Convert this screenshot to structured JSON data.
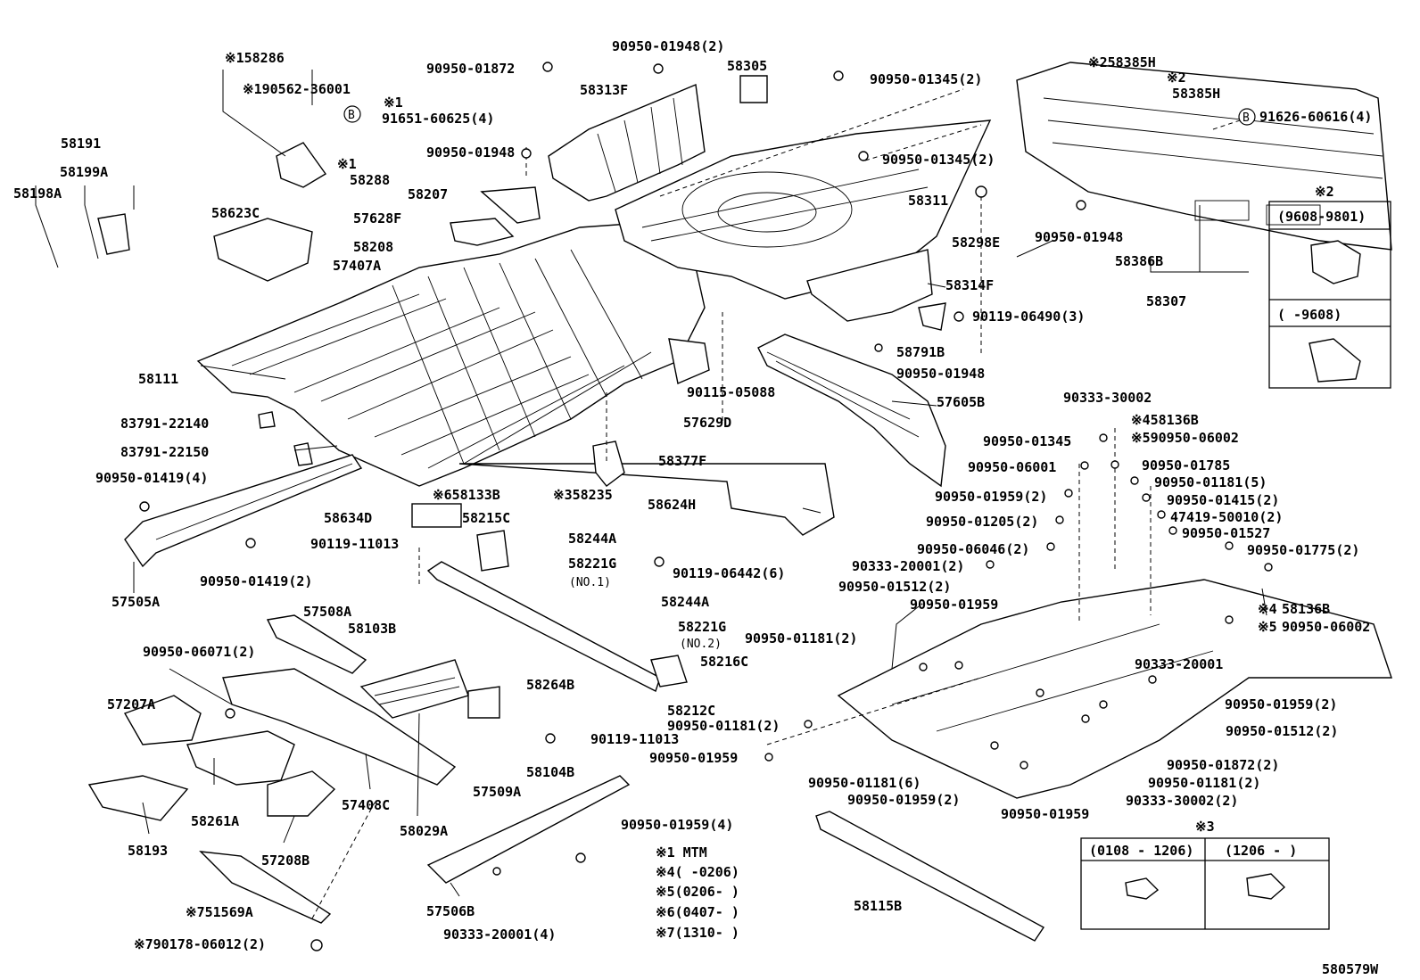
{
  "labels": {
    "p58286": "※158286",
    "p90562": "※190562-36001",
    "m1a": "※1",
    "p91651": "91651-60625(4)",
    "m1b": "※1",
    "p58288": "58288",
    "p58191": "58191",
    "p58199A": "58199A",
    "p58198A": "58198A",
    "p58623C": "58623C",
    "p90950_01872a": "90950-01872",
    "p90950_01948_2": "90950-01948(2)",
    "p58305": "58305",
    "p90950_01345_2a": "90950-01345(2)",
    "p58313F": "58313F",
    "p90950_01948a": "90950-01948",
    "p90950_01345_2b": "90950-01345(2)",
    "p58207": "58207",
    "p57628F": "57628F",
    "p58208": "58208",
    "p57407A": "57407A",
    "p58311": "58311",
    "p58298E": "58298E",
    "p58314F": "58314F",
    "p90119_06490": "90119-06490(3)",
    "p58791B": "58791B",
    "p90950_01948b": "90950-01948",
    "p58111": "58111",
    "p90115": "90115-05088",
    "p57605B": "57605B",
    "p57629D": "57629D",
    "p83791_22140": "83791-22140",
    "p83791_22150": "83791-22150",
    "p58377F": "58377F",
    "p58624H": "58624H",
    "p90950_01419_4": "90950-01419(4)",
    "p58133B": "※658133B",
    "p58235": "※358235",
    "p58634D": "58634D",
    "p58215C": "58215C",
    "p90119_11013a": "90119-11013",
    "p58244Aa": "58244A",
    "p58221Ga": "58221G",
    "p58221Ga_no": "(NO.1)",
    "p90119_06442": "90119-06442(6)",
    "p58244Ab": "58244A",
    "p58221Gb": "58221G",
    "p58221Gb_no": "(NO.2)",
    "p90950_01419_2": "90950-01419(2)",
    "p57505A": "57505A",
    "p57508A": "57508A",
    "p58103B": "58103B",
    "p90950_06071": "90950-06071(2)",
    "p58216C": "58216C",
    "p58264B": "58264B",
    "p57207A": "57207A",
    "p58212C": "58212C",
    "p90119_11013b": "90119-11013",
    "p58104B": "58104B",
    "p57509A": "57509A",
    "p57408C": "57408C",
    "p58261A": "58261A",
    "p58029A": "58029A",
    "p58193": "58193",
    "p57208B": "57208B",
    "p90950_01959_4": "90950-01959(4)",
    "p57506B": "57506B",
    "p90333_20001_4": "90333-20001(4)",
    "p51569A": "※751569A",
    "p90178": "※790178-06012(2)",
    "p58385Ha": "※258385H",
    "m2": "※2",
    "p58385Hb": "58385H",
    "p91626": "91626-60616(4)",
    "p90950_01948c": "90950-01948",
    "p58386B": "58386B",
    "p58307": "58307",
    "p90333_30002a": "90333-30002",
    "p58136Ba": "※458136B",
    "p90950_06002a": "※590950-06002",
    "p90950_01345c": "90950-01345",
    "p90950_06001": "90950-06001",
    "p90950_01785": "90950-01785",
    "p90950_01181_5": "90950-01181(5)",
    "p90950_01959_2a": "90950-01959(2)",
    "p90950_01415": "90950-01415(2)",
    "p90950_01205": "90950-01205(2)",
    "p47419": "47419-50010(2)",
    "p90950_01527": "90950-01527",
    "p90950_06046": "90950-06046(2)",
    "p90950_01775": "90950-01775(2)",
    "p90333_20001_2": "90333-20001(2)",
    "p90950_01512_2a": "90950-01512(2)",
    "p58136Bb": "58136B",
    "m4": "※4",
    "m5": "※5",
    "p90950_06002b": "90950-06002",
    "p90950_01959a": "90950-01959",
    "p90950_01181_2a": "90950-01181(2)",
    "p90333_20001b": "90333-20001",
    "p90950_01959_2b": "90950-01959(2)",
    "p90950_01181_2b": "90950-01181(2)",
    "p90950_01512_2b": "90950-01512(2)",
    "p90950_01959b": "90950-01959",
    "p90950_01872_2": "90950-01872(2)",
    "p90950_01181_6": "90950-01181(6)",
    "p90950_01181_2c": "90950-01181(2)",
    "p90950_01959_2c": "90950-01959(2)",
    "p90333_30002_2": "90333-30002(2)",
    "p90950_01959c": "90950-01959",
    "p58115B": "58115B",
    "diagram_code": "580579W"
  },
  "notes": {
    "n1": "※1 MTM",
    "n4": "※4(   -0206)",
    "n5": "※5(0206-   )",
    "n6": "※6(0407-   )",
    "n7": "※7(1310-   )"
  },
  "box2": {
    "title": "※2",
    "row1": "(9608-9801)",
    "row2": "(   -9608)"
  },
  "box3": {
    "title": "※3",
    "col1": "(0108 - 1206)",
    "col2": "(1206 -   )"
  },
  "circle_b": "B"
}
